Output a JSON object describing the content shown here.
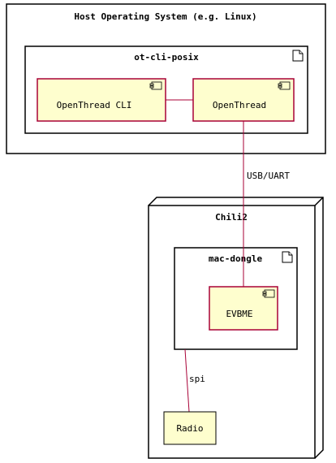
{
  "diagram": {
    "host": {
      "title": "Host Operating System (e.g. Linux)"
    },
    "ot_cli_posix": {
      "title": "ot-cli-posix",
      "cli_component": "OpenThread CLI",
      "openthread_component": "OpenThread"
    },
    "chili2": {
      "title": "Chili2",
      "mac_dongle": {
        "title": "mac-dongle",
        "component": "EVBME"
      },
      "radio": "Radio"
    },
    "links": {
      "usb_uart": "USB/UART",
      "spi": "spi"
    },
    "icons": {
      "package": "file-icon",
      "component": "component-icon"
    },
    "colors": {
      "component_fill": "#fefece",
      "component_border": "#a80036",
      "link": "#a80036",
      "frame": "#000000"
    }
  }
}
